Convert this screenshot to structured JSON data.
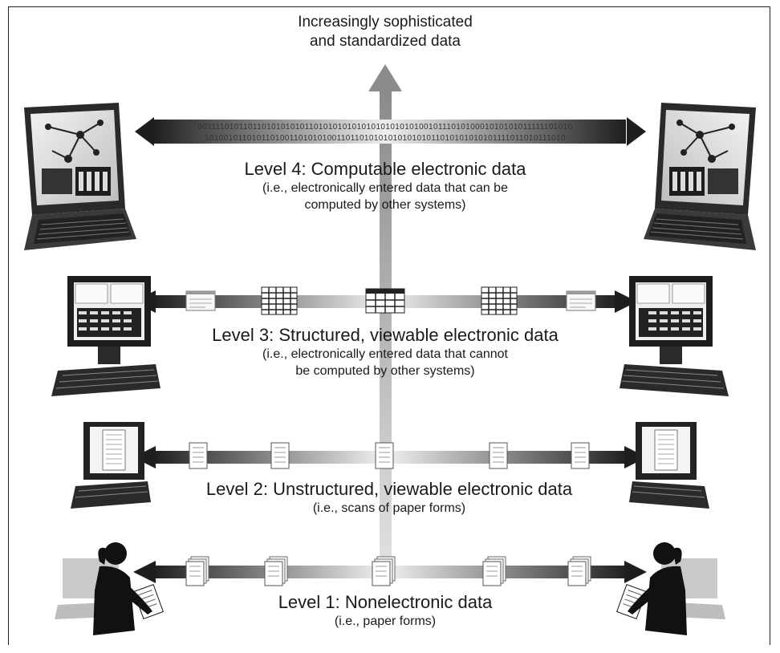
{
  "top_arrow": {
    "line1": "Increasingly sophisticated",
    "line2": "and standardized data"
  },
  "levels": [
    {
      "title": "Level 4: Computable electronic data",
      "note1": "(i.e., electronically entered data that can be",
      "note2": "computed by other systems)"
    },
    {
      "title": "Level 3: Structured, viewable electronic data",
      "note1": "(i.e., electronically entered data that cannot",
      "note2": "be computed by other systems)"
    },
    {
      "title": "Level 2: Unstructured, viewable electronic data",
      "note1": "(i.e., scans of paper forms)"
    },
    {
      "title": "Level 1: Nonelectronic data",
      "note1": "(i.e., paper forms)"
    }
  ],
  "binary": {
    "row1": "00111101011011010101010110101010101010101010101001011101010001010101011111101010",
    "row2": "10100101101011010011010101001101101010101010101011010101010101111011010111010"
  },
  "colors": {
    "ink": "#1a1a1a",
    "arrow_dark": "#2a2a2a",
    "arrow_light": "#cfcfcf",
    "screen": "#dcdcdc"
  },
  "icons": [
    "laptop-icon",
    "desktop-computer-icon",
    "crt-monitor-icon",
    "person-with-clipboard-icon",
    "document-icon",
    "spreadsheet-icon",
    "web-form-icon"
  ]
}
